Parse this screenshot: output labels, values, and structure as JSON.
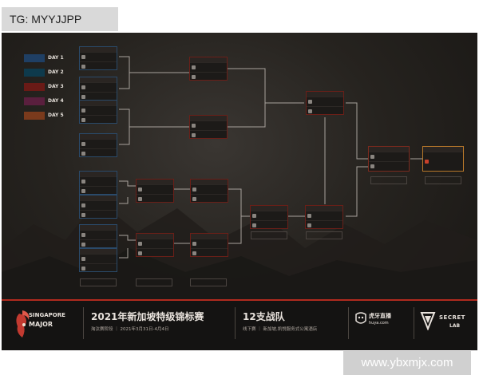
{
  "watermark_top": "TG: MYYJJPP",
  "watermark_bottom": "www.ybxmjx.com",
  "legend": [
    {
      "label": "DAY 1",
      "color": "#1f3f64"
    },
    {
      "label": "DAY 2",
      "color": "#0e3a4c"
    },
    {
      "label": "DAY 3",
      "color": "#6a1a16"
    },
    {
      "label": "DAY 4",
      "color": "#5a1f3e"
    },
    {
      "label": "DAY 5",
      "color": "#7a3a1c"
    }
  ],
  "footer": {
    "event_title": "2021年新加坡特级锦标赛",
    "event_sub": "淘汰赛阶段 ｜ 2021年3月31日-4月4日",
    "teams_count": "12支战队",
    "teams_sub": "线下赛 ｜ 新加坡,凯悦服务式公寓酒店",
    "singapore_logo": [
      "SINGAPORE",
      "MAJOR"
    ],
    "huya_name": "虎牙直播",
    "huya_url": "huya.com",
    "secret_name": "SECRET",
    "secret_lab": "LAB"
  }
}
